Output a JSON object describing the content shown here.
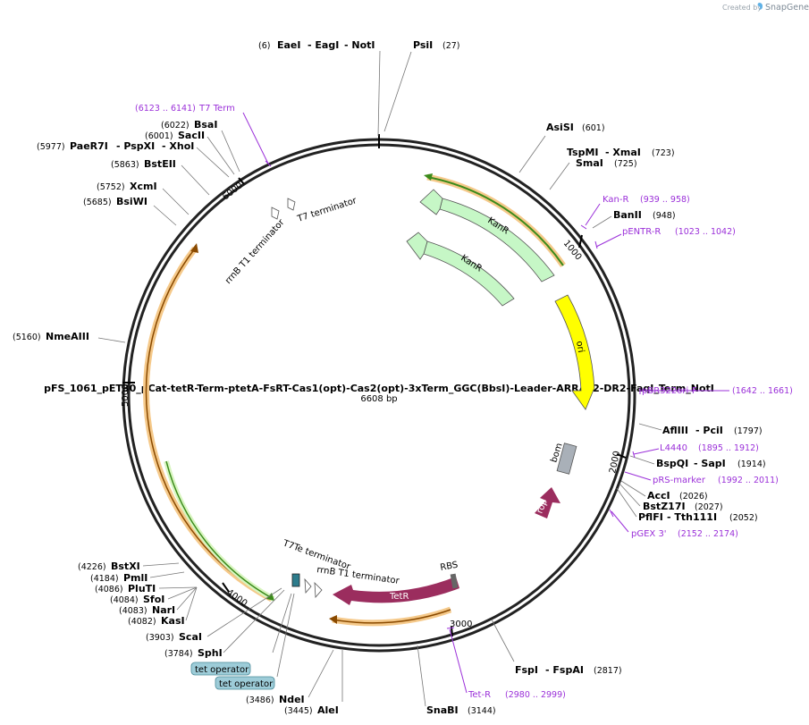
{
  "credit": {
    "prefix": "Created by",
    "brand": "SnapGene"
  },
  "plasmid": {
    "name": "pFS_1061_pET30_pCat-tetR-Term-ptetA-FsRT-Cas1(opt)-Cas2(opt)-3xTerm_GGC(BbsI)-Leader-ARRAY2-DR2-FaqI_Term_NotI",
    "length": "6608 bp"
  },
  "ticks": [
    "1000",
    "2000",
    "3000",
    "4000",
    "5000",
    "6000"
  ],
  "sites": [
    {
      "id": "eaei",
      "pos": "(6)",
      "name": "EaeI"
    },
    {
      "id": "eagi",
      "name": "- EagI"
    },
    {
      "id": "noti",
      "name": "- NotI"
    },
    {
      "id": "psii",
      "name": "PsiI",
      "pos": "(27)"
    },
    {
      "id": "asisi",
      "name": "AsiSI",
      "pos": "(601)"
    },
    {
      "id": "tspmi",
      "name": "TspMI",
      "pos": "(723)"
    },
    {
      "id": "xmai",
      "name": "- XmaI"
    },
    {
      "id": "smai",
      "name": "SmaI",
      "pos": "(725)"
    },
    {
      "id": "banii",
      "name": "BanII",
      "pos": "(948)"
    },
    {
      "id": "aflIII",
      "name": "AflIII",
      "pos": "(1797)"
    },
    {
      "id": "pcii",
      "name": "- PciI"
    },
    {
      "id": "bspqi",
      "name": "BspQI",
      "pos": "(1914)"
    },
    {
      "id": "sapi",
      "name": "- SapI"
    },
    {
      "id": "acci",
      "name": "AccI",
      "pos": "(2026)"
    },
    {
      "id": "bstz17i",
      "name": "BstZ17I",
      "pos": "(2027)"
    },
    {
      "id": "pflfi",
      "name": "PflFI",
      "pos": "(2052)"
    },
    {
      "id": "tth111i",
      "name": "- Tth111I"
    },
    {
      "id": "fspi",
      "name": "FspI",
      "pos": "(2817)"
    },
    {
      "id": "fspai",
      "name": "- FspAI"
    },
    {
      "id": "snabi",
      "name": "SnaBI",
      "pos": "(3144)"
    },
    {
      "id": "alei",
      "name": "AleI",
      "pos": "(3445)"
    },
    {
      "id": "ndei",
      "name": "NdeI",
      "pos": "(3486)"
    },
    {
      "id": "sphi",
      "name": "SphI",
      "pos": "(3784)"
    },
    {
      "id": "scai",
      "name": "ScaI",
      "pos": "(3903)"
    },
    {
      "id": "kasi",
      "name": "KasI",
      "pos": "(4082)"
    },
    {
      "id": "nari",
      "name": "NarI",
      "pos": "(4083)"
    },
    {
      "id": "sfoi",
      "name": "SfoI",
      "pos": "(4084)"
    },
    {
      "id": "pluti",
      "name": "PluTI",
      "pos": "(4086)"
    },
    {
      "id": "pmli",
      "name": "PmlI",
      "pos": "(4184)"
    },
    {
      "id": "bstxi",
      "name": "BstXI",
      "pos": "(4226)"
    },
    {
      "id": "nmeaiii",
      "name": "NmeAIII",
      "pos": "(5160)"
    },
    {
      "id": "bsiwi",
      "name": "BsiWI",
      "pos": "(5685)"
    },
    {
      "id": "xcmi",
      "name": "XcmI",
      "pos": "(5752)"
    },
    {
      "id": "bsteii",
      "name": "BstEII",
      "pos": "(5863)"
    },
    {
      "id": "paer7i",
      "name": "PaeR7I",
      "pos": "(5977)"
    },
    {
      "id": "pspxi",
      "name": "- PspXI"
    },
    {
      "id": "xhoi",
      "name": "- XhoI"
    },
    {
      "id": "sacii",
      "name": "SacII",
      "pos": "(6001)"
    },
    {
      "id": "bsai",
      "name": "BsaI",
      "pos": "(6022)"
    }
  ],
  "primers": [
    {
      "id": "t7term",
      "name": "T7 Term",
      "range": "(6123 .. 6141)"
    },
    {
      "id": "kanr",
      "name": "Kan-R",
      "range": "(939 .. 958)"
    },
    {
      "id": "pentr",
      "name": "pENTR-R",
      "range": "(1023 .. 1042)"
    },
    {
      "id": "pbr",
      "name": "pBR322ori-F",
      "range": "(1642 .. 1661)"
    },
    {
      "id": "l4440",
      "name": "L4440",
      "range": "(1895 .. 1912)"
    },
    {
      "id": "prsmarker",
      "name": "pRS-marker",
      "range": "(1992 .. 2011)"
    },
    {
      "id": "pgex3",
      "name": "pGEX 3'",
      "range": "(2152 .. 2174)"
    },
    {
      "id": "tetr",
      "name": "Tet-R",
      "range": "(2980 .. 2999)"
    }
  ],
  "features": {
    "kanr_outer": "KanR",
    "kanr_inner": "KanR",
    "ori": "ori",
    "bom": "bom",
    "rop": "rop",
    "tetr": "TetR",
    "rbs": "RBS",
    "rrnb_top": "rrnB T1 terminator",
    "t7_top": "T7 terminator",
    "t7te": "T7Te terminator",
    "rrnb_bottom": "rrnB T1 terminator"
  },
  "boxes": [
    "tet operator",
    "tet operator"
  ],
  "colors": {
    "primer": "#9b30d9",
    "kan": "#c6f7c6",
    "ori": "#ffff00",
    "rop": "#9b2d5e",
    "tetr": "#9b2d5e",
    "bom": "#a9b0b8",
    "orf_orange": "#f5c98a",
    "orf_green": "#4caf2c",
    "tet_operator": "#9dccd8"
  }
}
